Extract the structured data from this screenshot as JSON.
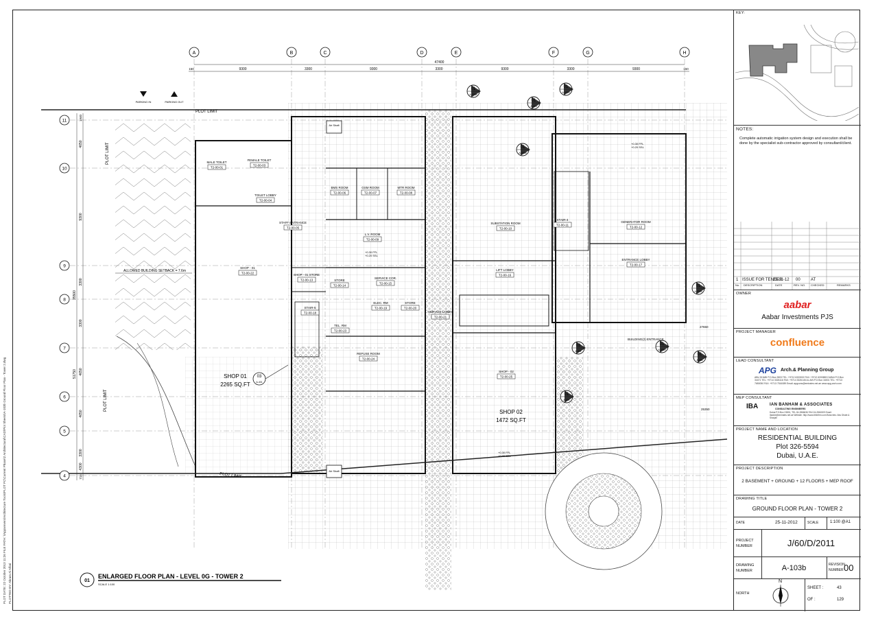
{
  "sheet_title": {
    "number": "01",
    "title": "ENLARGED FLOOR PLAN - LEVEL 0G - TOWER 2",
    "scale": "SCALE 1:100"
  },
  "side_text": {
    "plot_date": "PLOT DATE: 22 October 2013 11:26  FILE PATH: \\\\Appservers\\Architecture Tools\\PLOT PC\\Current Phase\\2 Architectural\\CAD\\Plot Sheets\\A-103b Ground Floor Plan - Tower 2.dwg",
    "plotted_by": "PLOTTED BY: Akram Al Alfari"
  },
  "grid": {
    "columns": [
      "A",
      "B",
      "C",
      "D",
      "E",
      "F",
      "G",
      "H"
    ],
    "rows": [
      "11",
      "10",
      "9",
      "8",
      "7",
      "6",
      "5",
      "4"
    ],
    "total_dim": "47400",
    "col_dims": [
      "9300",
      "3300",
      "9300",
      "3300",
      "9300",
      "3300",
      "9300"
    ],
    "row_dims": [
      "1940",
      "4650",
      "9300",
      "3300",
      "3300",
      "4650",
      "4650",
      "3300",
      "4300"
    ],
    "overall_row_dims": [
      "35500",
      "51750"
    ],
    "edge_dims": [
      "150",
      "150",
      "715",
      "27650",
      "25350"
    ]
  },
  "labels": {
    "plot_limit": "PLOT LIMIT",
    "setback": "ALLOWED BUILDING SETBACK = 7.6m",
    "parking_in": "PARKING IN",
    "parking_out": "PARKING OUT",
    "air_shaft": "Air Shaft"
  },
  "rooms": [
    {
      "name": "MALE TOILET",
      "tag": "T2-00-01"
    },
    {
      "name": "FEMALE TOILET",
      "tag": "T2-00-03"
    },
    {
      "name": "TOILET LOBBY",
      "tag": "T2-00-04"
    },
    {
      "name": "STAFF ENTRANCE",
      "tag": "T2-00-05"
    },
    {
      "name": "BMS ROOM",
      "tag": "T2-00-06"
    },
    {
      "name": "GSM ROOM",
      "tag": "T2-00-07"
    },
    {
      "name": "MTR ROOM",
      "tag": "T2-00-08"
    },
    {
      "name": "L.V. ROOM",
      "tag": "T2-00-09"
    },
    {
      "name": "SUBSTATION ROOM",
      "tag": "T2-00-10"
    },
    {
      "name": "STAIR-4",
      "tag": "T2-00-11"
    },
    {
      "name": "GENERATOR ROOM",
      "tag": "T2-00-12"
    },
    {
      "name": "SHOP - 01",
      "tag": "T2-00-22"
    },
    {
      "name": "SHOP - 01 STORE",
      "tag": "T2-00-13"
    },
    {
      "name": "STORE",
      "tag": "T2-00-14"
    },
    {
      "name": "SERVICE COR.",
      "tag": "T2-00-15"
    },
    {
      "name": "LIFT LOBBY",
      "tag": "T2-00-16"
    },
    {
      "name": "ENTRANCE LOBBY",
      "tag": "T2-00-17"
    },
    {
      "name": "STAIR-5",
      "tag": "T2-00-18"
    },
    {
      "name": "ELEC. RM",
      "tag": "T2-00-19"
    },
    {
      "name": "STORE",
      "tag": "T2-00-20"
    },
    {
      "name": "SERVICE LOBBY",
      "tag": "T2-00-21"
    },
    {
      "name": "TEL. RM",
      "tag": "T2-00-23"
    },
    {
      "name": "REFUSE ROOM",
      "tag": "T2-00-24"
    },
    {
      "name": "SHOP - 02",
      "tag": "T2-00-25"
    }
  ],
  "shops": [
    {
      "name": "SHOP 01",
      "area": "2265 SQ.FT"
    },
    {
      "name": "SHOP 02",
      "area": "1472 SQ.FT"
    }
  ],
  "building_entrance": "BUILDING(2) ENTRANCE",
  "levels": {
    "ffl": "+0.30 FFL",
    "ssl": "+0.20 SSL"
  },
  "section_tags": [
    {
      "no": "01",
      "ref": "A-203b"
    },
    {
      "no": "01",
      "ref": "A-204"
    },
    {
      "no": "01",
      "ref": "A-302b"
    },
    {
      "no": "01",
      "ref": "A-203a"
    },
    {
      "no": "01",
      "ref": "A-202b"
    },
    {
      "no": "01",
      "ref": "A-301"
    },
    {
      "no": "01",
      "ref": "A-201b"
    },
    {
      "no": "03",
      "ref": "A-301"
    },
    {
      "no": "01",
      "ref": "A-301"
    }
  ],
  "title_block": {
    "key_label": "KEY:",
    "notes_label": "NOTES:",
    "notes_text": "Complete automatic irrigation system design and execution shall be done by the specialist sub-contractor approved by consultant/client.",
    "revision": {
      "no": "1",
      "description": "ISSUE FOR TENDER",
      "date": "25-11-12",
      "rev_no": "00",
      "checked": "AT"
    },
    "rev_headers": [
      "No.",
      "DESCRIPTION",
      "DATE",
      "REV. NO.",
      "CHECKED",
      "REMARKS"
    ],
    "owner_label": "OWNER",
    "owner_logo": "aabar",
    "owner_name": "Aabar Investments PJS",
    "pm_label": "PROJECT MANAGER",
    "pm_logo": "confluence",
    "lead_label": "LEAD CONSULTANT",
    "lead_logo": "APG",
    "lead_name": "Arch.& Planning Group",
    "lead_address": "ABU DHABI P.O.Box 2803 TEL: +9712 6333002 FAX: +9712 6333883 DUBAI P.O.Box 34471 TEL: +9714 3326116 FAX: +9714 3326145 AL AIN P.O.Box 16001 TEL: +9713 7650050 FAX: +9713 7516089 Email: apgcons@emirates.net.ae www.apg-arch.com",
    "mep_label": "MEP CONSULTANT",
    "mep_logo": "IBA",
    "mep_name": "IAN BANHAM & ASSOCIATES",
    "mep_sub": "CONSULTING ENGINEERS",
    "mep_address": "Dubai P.O.Box 23801, TEL.04-2866636 FAX.04-2861509 Email: ibadxb@emirates.net.ae Website: http://www.ibfxbfrm.com Branches: Abu Dhabi & Sharjah",
    "project_label": "PROJECT NAME AND LOCATION",
    "project_name": "RESIDENTIAL BUILDING",
    "project_plot": "Plot 326-5594",
    "project_city": "Dubai, U.A.E.",
    "desc_label": "PROJECT DESCRIPTION",
    "desc_text": "2 BASEMENT + GROUND + 12 FLOORS + MEP ROOF",
    "drawing_title_label": "DRAWING TITLE",
    "drawing_title": "GROUND FLOOR PLAN - TOWER 2",
    "date_label": "DATE",
    "date": "25-11-2012",
    "scale_label": "SCALE",
    "scale": "1:100 @A1",
    "project_number_label": "PROJECT NUMBER",
    "project_number": "J/60/D/2011",
    "drawing_number_label": "DRAWING NUMBER",
    "drawing_number": "A-103b",
    "revision_number_label": "REVISION NUMBER",
    "revision_number": "00",
    "north_label": "NORTH",
    "north_letter": "N",
    "sheet_label": "SHEET :",
    "sheet_no": "43",
    "of_label": "OF :",
    "sheet_total": "129"
  },
  "colors": {
    "line": "#222222",
    "aabar_red": "#e02020",
    "confluence_orange": "#f07a1a",
    "apg_blue": "#1a3f9c"
  }
}
